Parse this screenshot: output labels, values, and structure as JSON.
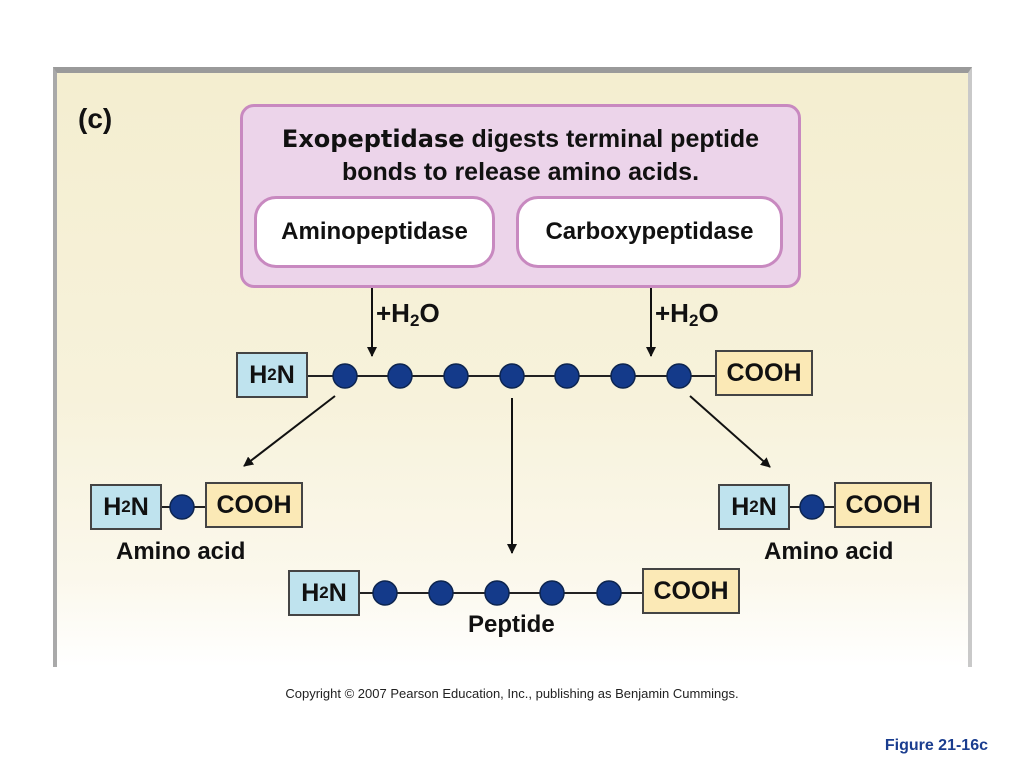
{
  "panel_label": "(c)",
  "heading": {
    "emphasis": "Exopeptidase",
    "line1_rest": " digests terminal peptide",
    "line2": "bonds to release amino acids."
  },
  "enzymes": {
    "amino": "Aminopeptidase",
    "carboxy": "Carboxypeptidase"
  },
  "water": {
    "prefix": "+H",
    "subscript": "2",
    "suffix": "O"
  },
  "amino_terminus": {
    "main": "H",
    "subscript": "2",
    "tail": "N"
  },
  "carboxy_terminus": "COOH",
  "captions": {
    "left_product": "Amino acid",
    "right_product": "Amino acid",
    "middle_product": "Peptide"
  },
  "footer": {
    "copyright": "Copyright © 2007 Pearson Education, Inc., publishing as Benjamin Cummings.",
    "figure_id": "Figure 21-16c"
  },
  "colors": {
    "panel_background": "#f4eed0",
    "heading_fill": "#ecd4ea",
    "heading_border": "#c889c0",
    "n_terminus_fill": "#bfe3ee",
    "c_terminus_fill": "#fbe9b6",
    "residue": "#143a8a",
    "figure_id": "#1a3d8f"
  }
}
